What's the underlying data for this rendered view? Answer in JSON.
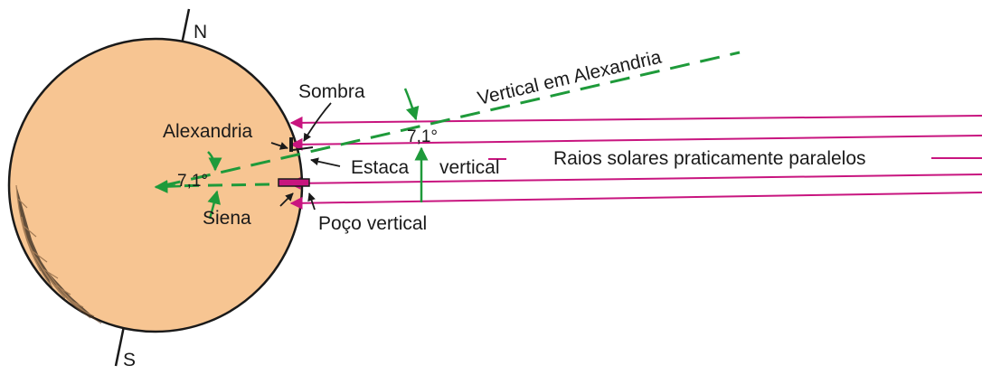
{
  "labels": {
    "north": "N",
    "south": "S",
    "sombra": "Sombra",
    "alexandria": "Alexandria",
    "siena": "Siena",
    "estaca": "Estaca",
    "vertical_word": "vertical",
    "raios": "Raios solares praticamente paralelos",
    "poco": "Poço vertical",
    "vertical_alexandria": "Vertical em Alexandria",
    "angle_left": "7,1°",
    "angle_right": "7,1°"
  },
  "colors": {
    "earth": "#f7c592",
    "earth_outline": "#1a1a1a",
    "rays": "#c8157f",
    "green": "#1e9a3a",
    "text": "#1a1a1a",
    "background": "#ffffff"
  }
}
